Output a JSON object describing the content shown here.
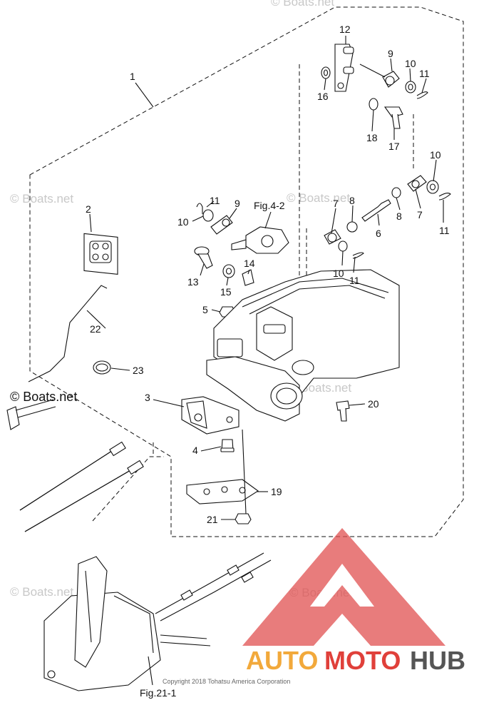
{
  "diagram": {
    "callouts": [
      "1",
      "2",
      "3",
      "4",
      "5",
      "6",
      "7",
      "7",
      "8",
      "8",
      "9",
      "9",
      "10",
      "10",
      "10",
      "10",
      "11",
      "11",
      "11",
      "11",
      "12",
      "13",
      "14",
      "15",
      "16",
      "17",
      "18",
      "19",
      "20",
      "21",
      "22",
      "23"
    ],
    "figure_refs": {
      "fig_4_2": "Fig.4-2",
      "fig_21_1": "Fig.21-1"
    },
    "watermark": "© Boats.net",
    "copyright": "Copyright 2018 Tohatsu America Corporation"
  },
  "logo": {
    "part1": "AUTO",
    "part2": "MOTO",
    "part3": "HUB",
    "color_triangle": "#e05050",
    "color_auto": "#f2a93b",
    "color_moto": "#e0403a",
    "color_hub": "#555555"
  }
}
